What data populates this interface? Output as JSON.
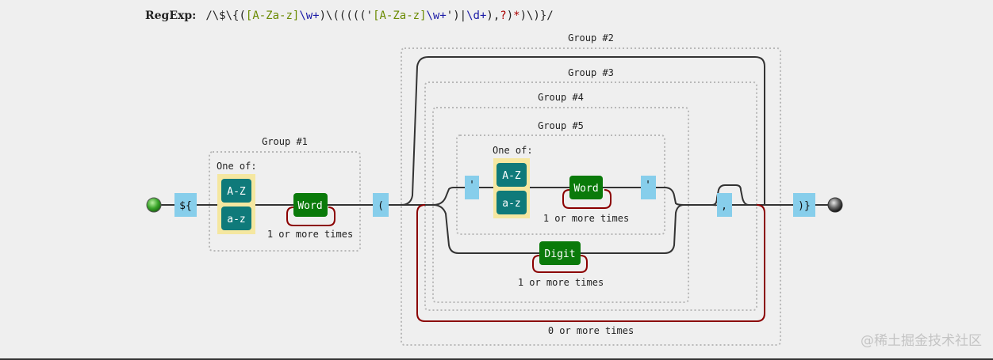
{
  "regexp": {
    "label": "RegExp:",
    "parts": [
      {
        "text": "/\\$\\{(",
        "cls": "rx-slash"
      },
      {
        "text": "[A-Za-z]",
        "cls": "rx-green"
      },
      {
        "text": "\\w+",
        "cls": "rx-blue"
      },
      {
        "text": ")\\((((('",
        "cls": "rx-slash"
      },
      {
        "text": "[A-Za-z]",
        "cls": "rx-green"
      },
      {
        "text": "\\w+",
        "cls": "rx-blue"
      },
      {
        "text": "')|",
        "cls": "rx-slash"
      },
      {
        "text": "\\d+",
        "cls": "rx-blue"
      },
      {
        "text": "),",
        "cls": "rx-slash"
      },
      {
        "text": "?",
        "cls": "rx-red"
      },
      {
        "text": ")",
        "cls": "rx-slash"
      },
      {
        "text": "*",
        "cls": "rx-red"
      },
      {
        "text": ")\\)}/",
        "cls": "rx-slash"
      }
    ]
  },
  "groups": {
    "g1": "Group #1",
    "g2": "Group #2",
    "g3": "Group #3",
    "g4": "Group #4",
    "g5": "Group #5"
  },
  "one_of_label": "One of:",
  "literals": {
    "dollar_brace": "${",
    "open_paren": "(",
    "quote_open": "'",
    "quote_close": "'",
    "comma": ",",
    "close_paren_brace": ")}"
  },
  "charsets": {
    "upper": "A-Z",
    "lower": "a-z"
  },
  "tokens": {
    "word": "Word",
    "digit": "Digit"
  },
  "loops": {
    "one_or_more": "1 or more times",
    "zero_or_more": "0 or more times"
  },
  "colors": {
    "background": "#efefef",
    "literal_box": "#87ceeb",
    "charset_bg": "#f5e7a0",
    "charset_item": "#0f7a7a",
    "token": "#0a7a0a",
    "loop": "#8b0000",
    "line": "#333333",
    "group_border": "#b8b8b8"
  },
  "watermark": "@稀土掘金技术社区"
}
